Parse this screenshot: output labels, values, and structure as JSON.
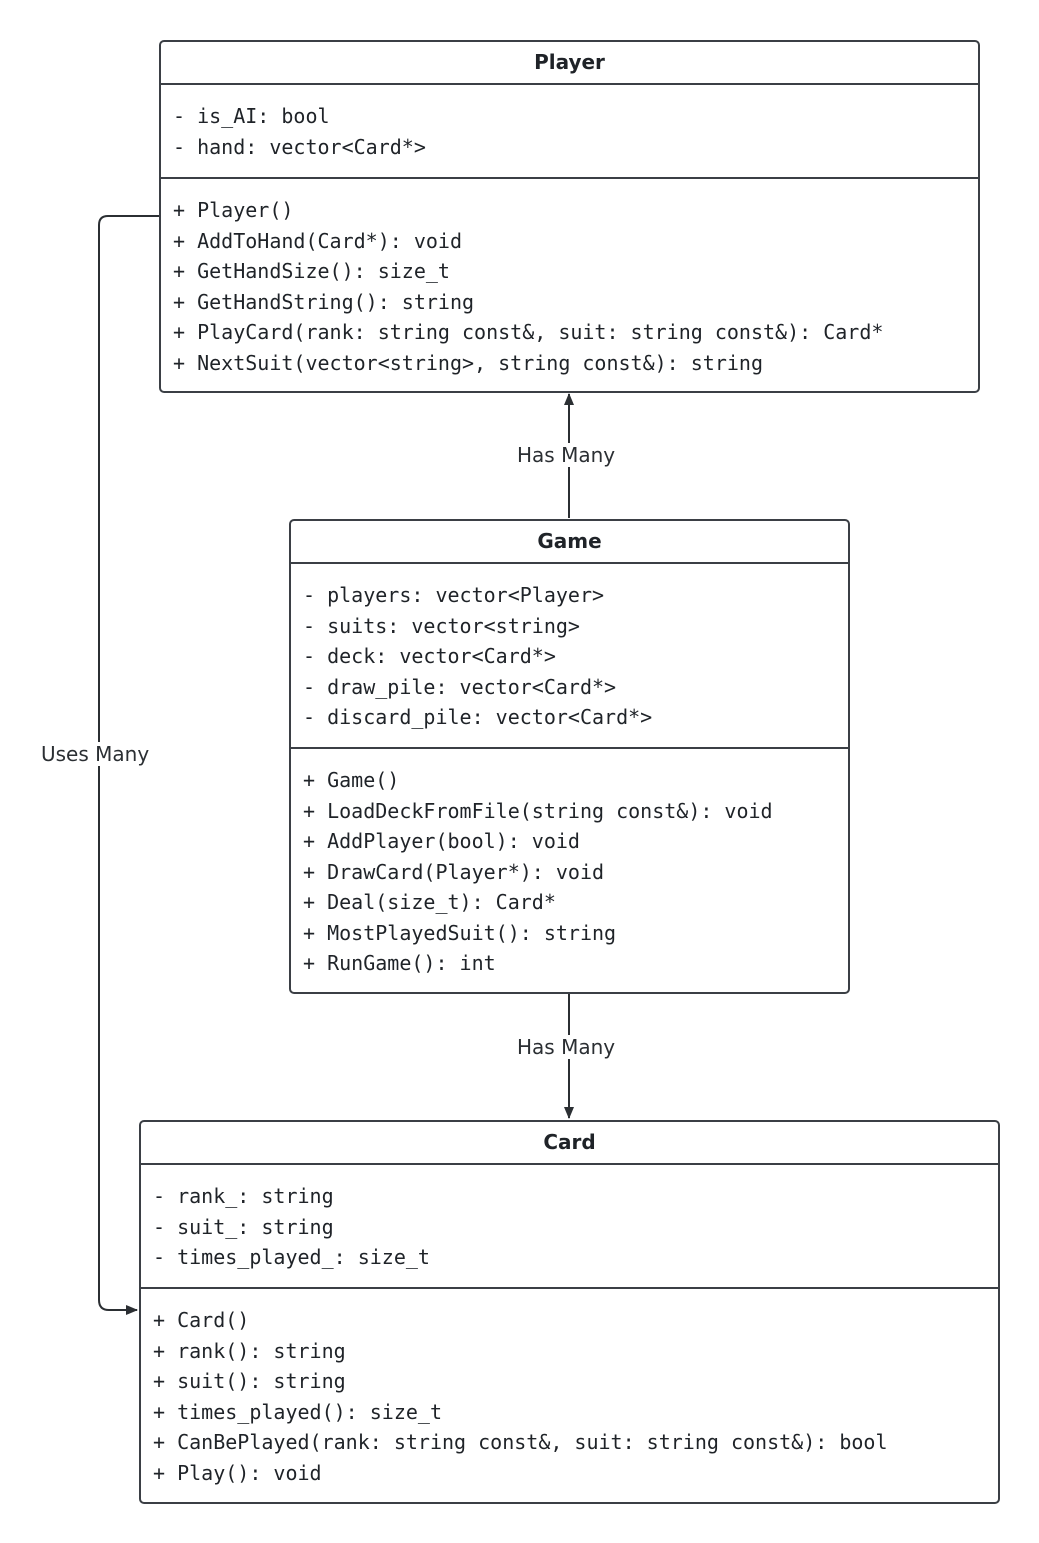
{
  "classes": {
    "player": {
      "name": "Player",
      "attributes": [
        "- is_AI: bool",
        "- hand: vector<Card*>"
      ],
      "methods": [
        "+ Player()",
        "+ AddToHand(Card*): void",
        "+ GetHandSize(): size_t",
        "+ GetHandString(): string",
        "+ PlayCard(rank: string const&, suit: string const&): Card*",
        "+ NextSuit(vector<string>, string const&): string"
      ]
    },
    "game": {
      "name": "Game",
      "attributes": [
        "- players: vector<Player>",
        "- suits: vector<string>",
        "- deck: vector<Card*>",
        "- draw_pile: vector<Card*>",
        "- discard_pile: vector<Card*>"
      ],
      "methods": [
        "+ Game()",
        "+ LoadDeckFromFile(string const&): void",
        "+ AddPlayer(bool): void",
        "+ DrawCard(Player*): void",
        "+ Deal(size_t): Card*",
        "+ MostPlayedSuit(): string",
        "+ RunGame(): int"
      ]
    },
    "card": {
      "name": "Card",
      "attributes": [
        "- rank_: string",
        "- suit_: string",
        "- times_played_: size_t"
      ],
      "methods": [
        "+ Card()",
        "+ rank(): string",
        "+ suit(): string",
        "+ times_played(): size_t",
        "+ CanBePlayed(rank: string const&, suit: string const&): bool",
        "+ Play(): void"
      ]
    }
  },
  "relations": {
    "game_player": {
      "from": "Game",
      "to": "Player",
      "label": "Has Many"
    },
    "game_card": {
      "from": "Game",
      "to": "Card",
      "label": "Has Many"
    },
    "player_card": {
      "from": "Player",
      "to": "Card",
      "label": "Uses Many"
    }
  },
  "colors": {
    "border": "#3b3f45",
    "text": "#1f2328",
    "connector": "#2b2f33"
  }
}
